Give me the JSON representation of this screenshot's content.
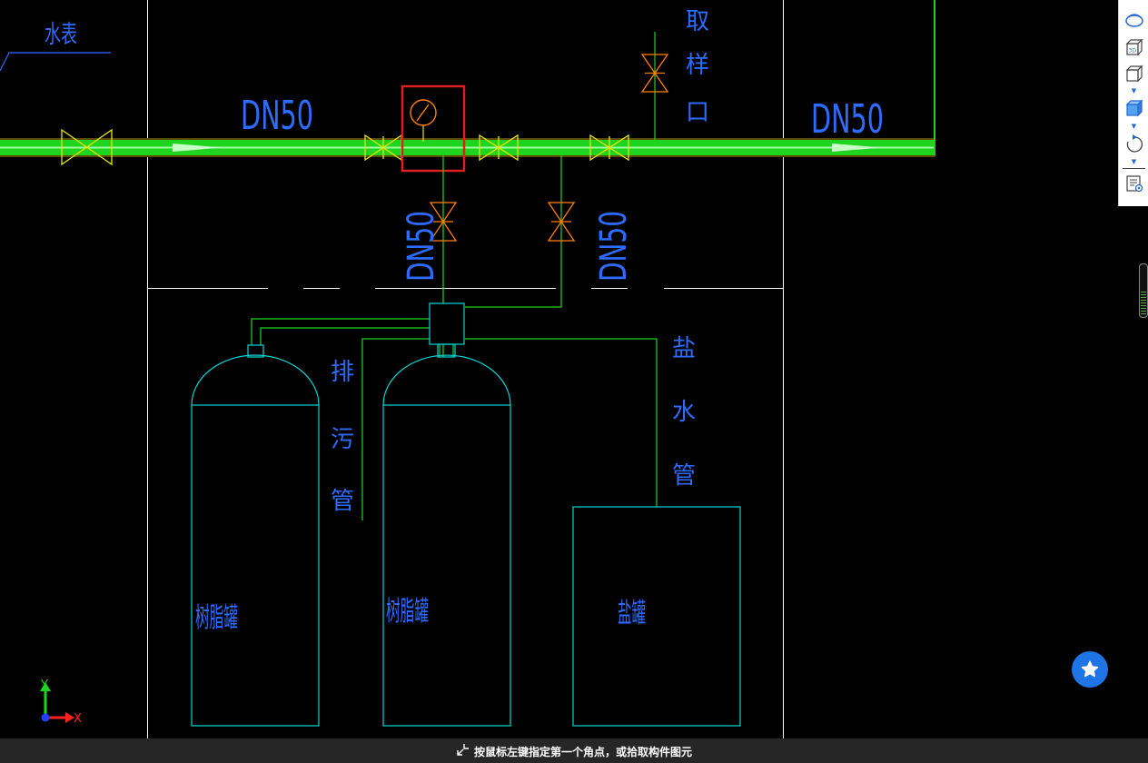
{
  "drawing": {
    "pipe_labels": [
      "DN50",
      "DN50",
      "DN50",
      "DN50"
    ],
    "water_meter_label": "水表",
    "sampling_port_chars": [
      "取",
      "样",
      "口"
    ],
    "drain_pipe_chars": [
      "排",
      "污",
      "管"
    ],
    "brine_pipe_chars": [
      "盐",
      "水",
      "管"
    ],
    "resin_tank_1_label": "树脂罐",
    "resin_tank_2_label": "树脂罐",
    "salt_tank_label": "盐罐"
  },
  "axis": {
    "y_label": "Y",
    "x_label": "X"
  },
  "status_bar": {
    "prompt": "按鼠标左键指定第一个角点，或拾取构件图元"
  },
  "toolbar": {
    "items": [
      "orbit-icon",
      "3d-view-icon",
      "box-wireframe-icon",
      "box-shaded-icon",
      "rotate-icon",
      "layer-list-icon"
    ]
  },
  "colors": {
    "pipe": "#1ed41e",
    "valve": "#e6e600",
    "branch_valve": "#ff7f00",
    "vessel": "#00d7d7",
    "text": "#2e6bff",
    "highlight": "#e02020",
    "fav_button": "#1f74e6"
  }
}
